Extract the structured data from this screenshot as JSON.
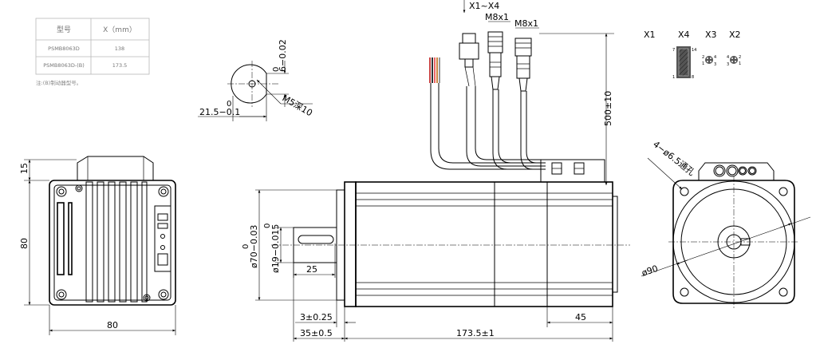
{
  "spec_table": {
    "headers": [
      "型号",
      "X（mm）"
    ],
    "rows": [
      [
        "PSMB8063D",
        "138"
      ],
      [
        "PSMB8063D-(B)",
        "173.5"
      ]
    ],
    "note": "注:(B)制动器型号。"
  },
  "shaft_section": {
    "key_depth": "6−0.02",
    "key_depth_upper": "0",
    "width": "21.5−0.1",
    "width_upper": "0",
    "thread": "M5深10"
  },
  "connectors": {
    "group_label": "X1~X4",
    "m8_left": "M8x1",
    "m8_right": "M8x1",
    "cable_length": "500±10",
    "pinout_labels": [
      "X1",
      "X4",
      "X3",
      "X2"
    ],
    "x4_pins": [
      "7",
      "14",
      "1",
      "8"
    ],
    "x3_pins": [
      "2",
      "4",
      "1",
      "3"
    ],
    "x2_pins": [
      "4",
      "2",
      "3",
      "1"
    ]
  },
  "back_view": {
    "height_top": "15",
    "height": "80",
    "width": "80"
  },
  "side_view": {
    "pilot_dia": "ø70−0.03",
    "pilot_upper": "0",
    "shaft_dia": "ø19−0.015",
    "shaft_upper": "0",
    "key_length": "25",
    "flange_thk": "3±0.25",
    "shaft_length": "35±0.5",
    "body_length": "173.5±1",
    "brake_length": "45"
  },
  "front_view": {
    "holes": "4−ø6.5通孔",
    "pcd": "ø90"
  }
}
